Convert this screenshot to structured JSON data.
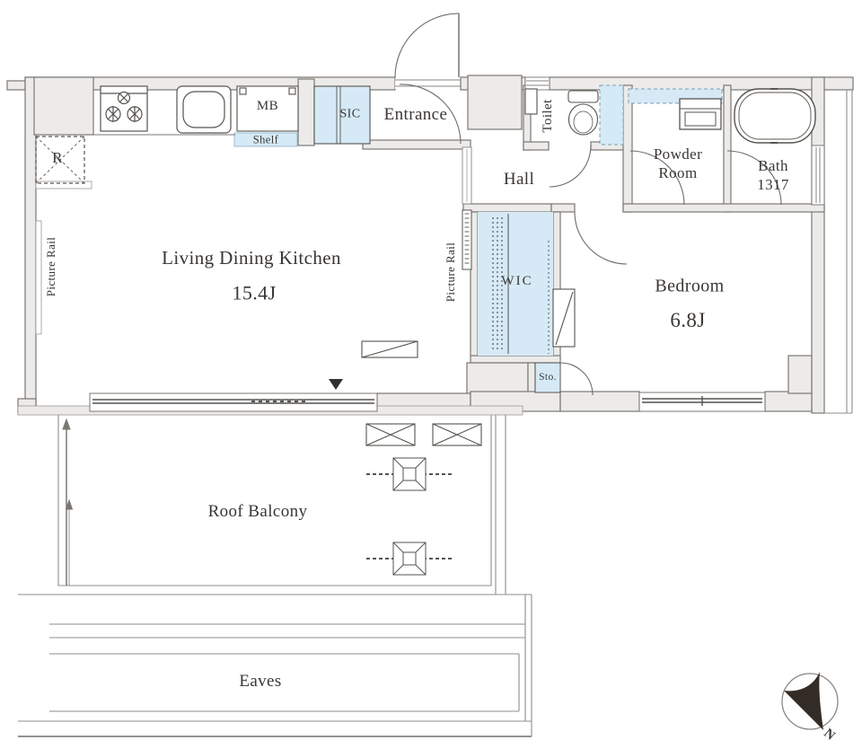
{
  "rooms": {
    "ldk": {
      "name": "Living Dining Kitchen",
      "size": "15.4J"
    },
    "bedroom": {
      "name": "Bedroom",
      "size": "6.8J"
    },
    "entrance": {
      "name": "Entrance"
    },
    "hall": {
      "name": "Hall"
    },
    "toilet": {
      "name": "Toilet"
    },
    "powder_room": {
      "line1": "Powder",
      "line2": "Room"
    },
    "bath": {
      "name": "Bath",
      "size": "1317"
    },
    "wic": {
      "name": "WIC"
    },
    "storage": {
      "name": "Sto."
    },
    "sic": {
      "name": "SIC"
    },
    "meter_box": {
      "name": "MB"
    },
    "shelf": {
      "name": "Shelf"
    },
    "refrigerator": {
      "name": "R"
    }
  },
  "outdoor": {
    "roof_balcony": "Roof Balcony",
    "eaves": "Eaves"
  },
  "annotations": {
    "picture_rail_left": "Picture Rail",
    "picture_rail_right": "Picture Rail",
    "north": "N"
  },
  "colors": {
    "closet_blue": "#d5eaf6",
    "wall_fill": "#ecebe9",
    "wall_stroke": "#7b7773",
    "thin_line": "#918d8a",
    "fixture_stroke": "#57534f",
    "text": "#3a3633",
    "compass_needle": "#332b26"
  }
}
